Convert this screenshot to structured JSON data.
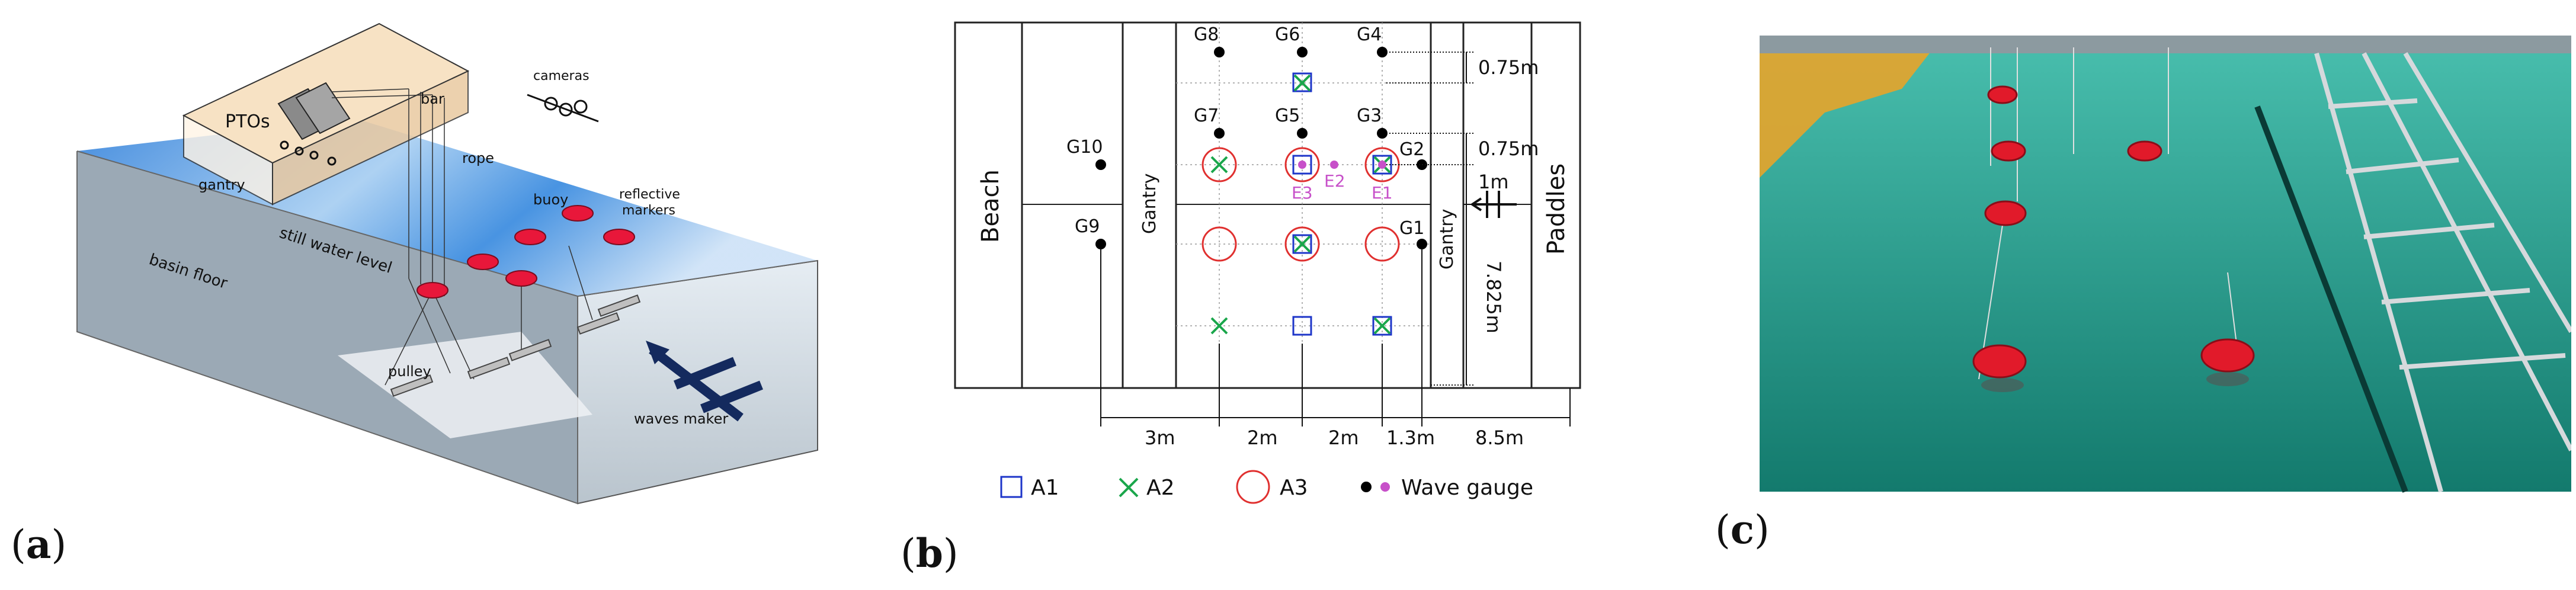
{
  "panel_a": {
    "label_open": "(",
    "label_letter": "a",
    "label_close": ")",
    "texts": {
      "cameras": "cameras",
      "bar": "bar",
      "ptos": "PTOs",
      "gantry": "gantry",
      "rope": "rope",
      "buoy": "buoy",
      "reflective": "reflective",
      "markers": "markers",
      "still_water": "still water level",
      "basin_floor": "basin floor",
      "pulley": "pulley",
      "waves_maker": "waves maker"
    },
    "colors": {
      "water_top": "#2f7fd8",
      "buoy": "#e8173a",
      "floor": "#9aa8b4"
    }
  },
  "panel_b": {
    "label_open": "(",
    "label_letter": "b",
    "label_close": ")",
    "beach": "Beach",
    "gantry": "Gantry",
    "paddles": "Paddles",
    "gauges": {
      "g8": "G8",
      "g6": "G6",
      "g4": "G4",
      "g7": "G7",
      "g5": "G5",
      "g3": "G3",
      "g2": "G2",
      "g1": "G1",
      "g10": "G10",
      "g9": "G9",
      "e1": "E1",
      "e2": "E2",
      "e3": "E3"
    },
    "dimensions": {
      "d1": "0.75m",
      "d2": "0.75m",
      "d3": "1m",
      "d4": "7.825m",
      "h1": "3m",
      "h2": "2m",
      "h3": "2m",
      "h4": "1.3m",
      "h5": "8.5m"
    },
    "legend": {
      "a1": "A1",
      "a2": "A2",
      "a3": "A3",
      "wg": "Wave gauge"
    },
    "colors": {
      "a1": "#1d35c9",
      "a2": "#1aa64b",
      "a3": "#e0302f",
      "e_gauge": "#c750c9",
      "gauge": "#000000"
    }
  },
  "panel_c": {
    "label_open": "(",
    "label_letter": "c",
    "label_close": ")",
    "colors": {
      "water": "#1e9c8c",
      "frame": "#c9ccd0",
      "buoy": "#e11a2a",
      "crane": "#e7a42a"
    }
  }
}
